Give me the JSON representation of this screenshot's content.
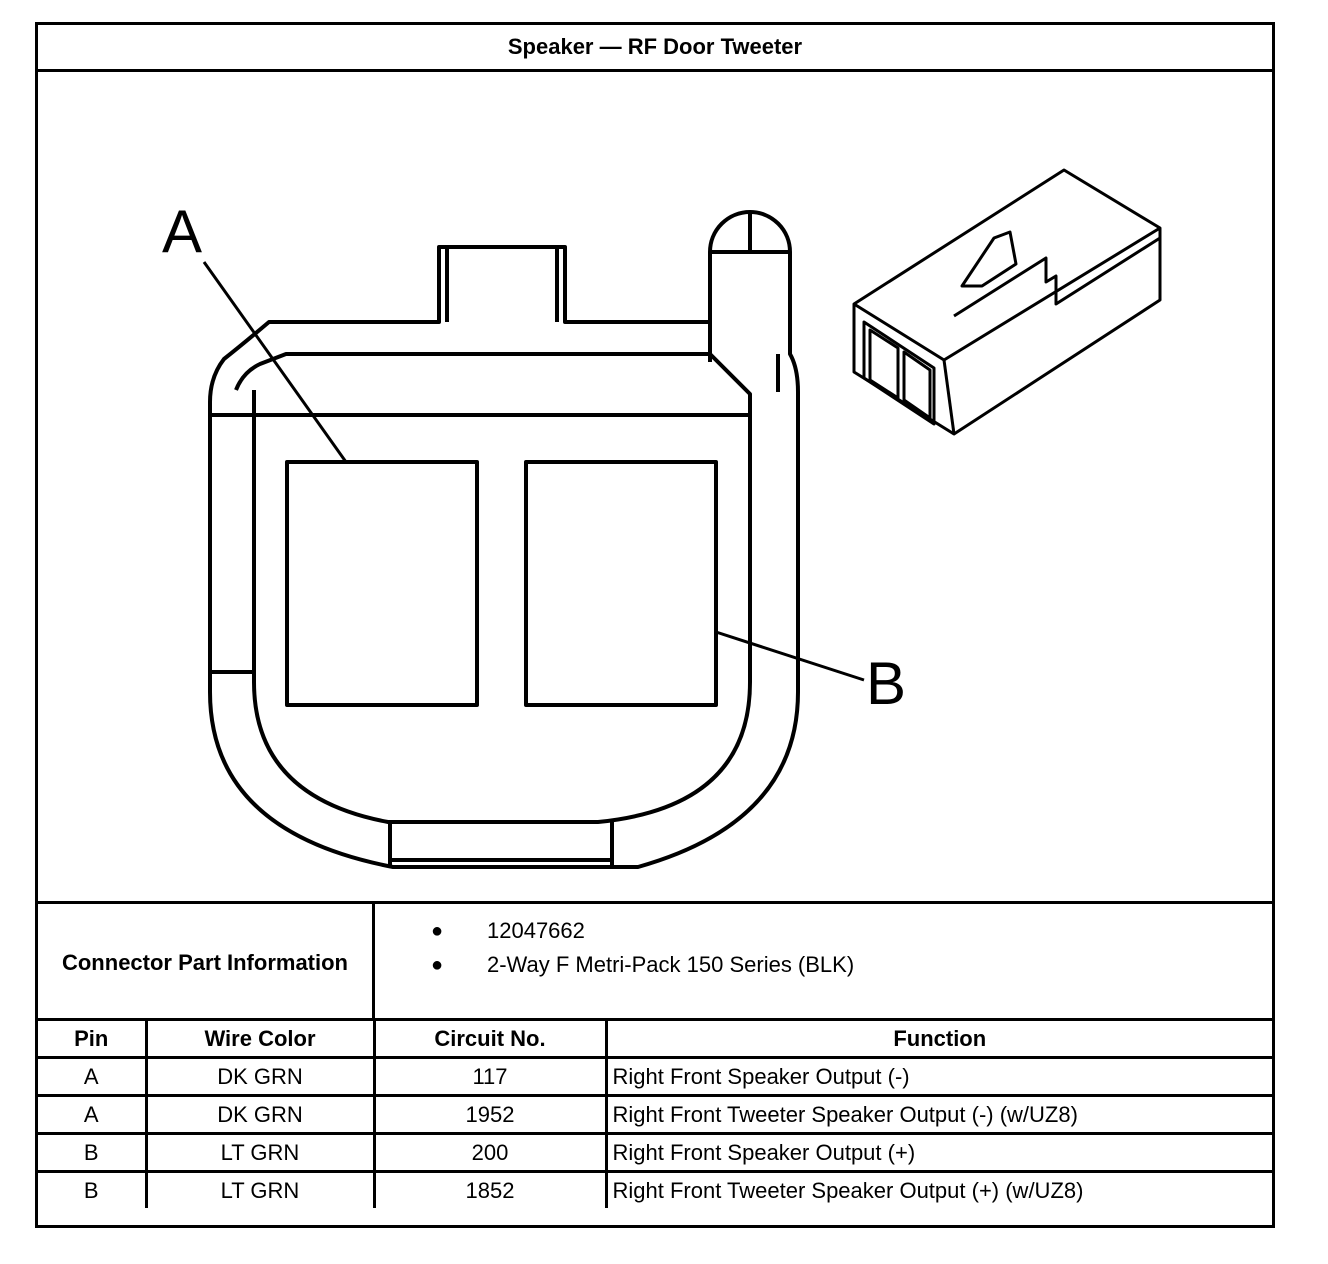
{
  "title": "Speaker — RF Door Tweeter",
  "diagram": {
    "callouts": [
      {
        "id": "A",
        "label": "A"
      },
      {
        "id": "B",
        "label": "B"
      }
    ]
  },
  "connector_info": {
    "label": "Connector Part Information",
    "items": [
      "12047662",
      "2-Way F Metri-Pack 150 Series (BLK)"
    ]
  },
  "table": {
    "headers": [
      "Pin",
      "Wire Color",
      "Circuit No.",
      "Function"
    ],
    "rows": [
      {
        "pin": "A",
        "wire_color": "DK GRN",
        "circuit": "117",
        "function": "Right Front Speaker Output (-)"
      },
      {
        "pin": "A",
        "wire_color": "DK GRN",
        "circuit": "1952",
        "function": "Right Front Tweeter Speaker Output (-) (w/UZ8)"
      },
      {
        "pin": "B",
        "wire_color": "LT GRN",
        "circuit": "200",
        "function": "Right Front Speaker Output (+)"
      },
      {
        "pin": "B",
        "wire_color": "LT GRN",
        "circuit": "1852",
        "function": "Right Front Tweeter Speaker Output (+) (w/UZ8)"
      }
    ]
  }
}
